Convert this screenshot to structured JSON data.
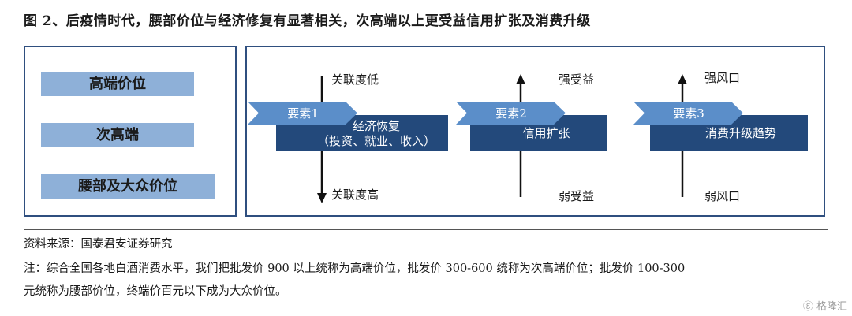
{
  "title": "图 2、后疫情时代，腰部价位与经济修复有显著相关，次高端以上更受益信用扩张及消费升级",
  "tiers": [
    "高端价位",
    "次高端",
    "腰部及大众价位"
  ],
  "factors": [
    {
      "chevron": "要素1",
      "box_line1": "经济恢复",
      "box_line2": "（投资、就业、收入）",
      "top": "关联度低",
      "bottom": "关联度高"
    },
    {
      "chevron": "要素2",
      "box_line1": "信用扩张",
      "box_line2": "",
      "top": "强受益",
      "bottom": "弱受益"
    },
    {
      "chevron": "要素3",
      "box_line1": "消费升级趋势",
      "box_line2": "",
      "top": "强风口",
      "bottom": "弱风口"
    }
  ],
  "source": "资料来源：国泰君安证券研究",
  "note_line1": "注：综合全国各地白酒消费水平，我们把批发价 900 以上统称为高端价位，批发价 300-600 统称为次高端价位；批发价 100-300",
  "note_line2": "元统称为腰部价位，终端价百元以下成为大众价位。",
  "watermark": "格隆汇",
  "colors": {
    "frame": "#2f4f7f",
    "tier_fill": "#8eb0d8",
    "chevron": "#5b8ec9",
    "box": "#23497b"
  }
}
